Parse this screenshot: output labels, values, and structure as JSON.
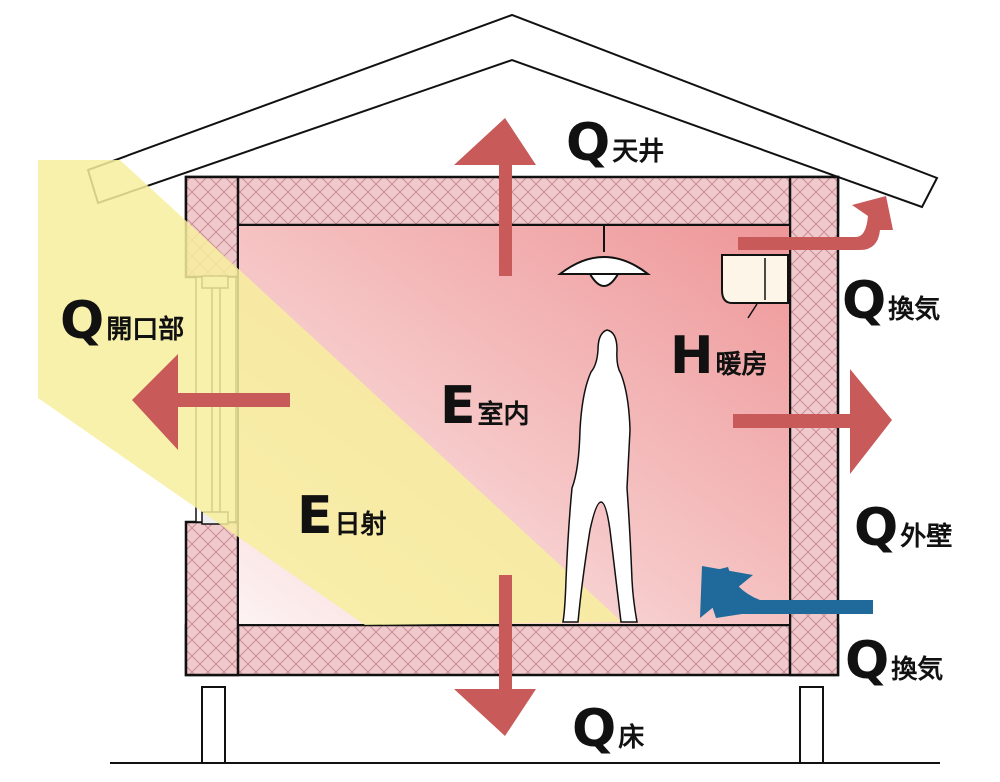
{
  "colors": {
    "insulation_fill": "#f0c9cc",
    "insulation_line": "#c98d95",
    "room_hot": "#ef9a9d",
    "room_cool": "#fdf0f0",
    "sunlight": "#f7ef9e",
    "heat_arrow": "#c85a5a",
    "air_in_arrow": "#1f6a9a",
    "outline": "#111111"
  },
  "labels": {
    "q_ceiling": {
      "main": "Q",
      "sub": "天井"
    },
    "q_ventilation_upper": {
      "main": "Q",
      "sub": "換気"
    },
    "q_opening": {
      "main": "Q",
      "sub": "開口部"
    },
    "h_heating": {
      "main": "H",
      "sub": "暖房"
    },
    "e_indoor": {
      "main": "E",
      "sub": "室内"
    },
    "e_solar": {
      "main": "E",
      "sub": "日射"
    },
    "q_outer_wall": {
      "main": "Q",
      "sub": "外壁"
    },
    "q_ventilation_lower": {
      "main": "Q",
      "sub": "換気"
    },
    "q_floor": {
      "main": "Q",
      "sub": "床"
    }
  }
}
